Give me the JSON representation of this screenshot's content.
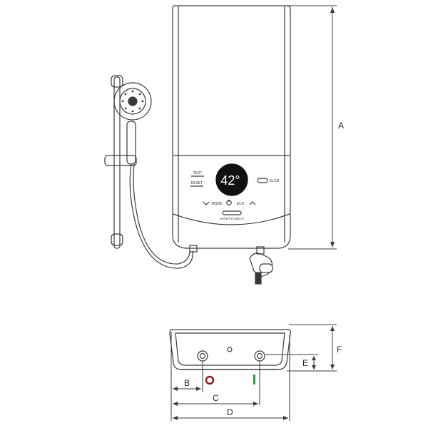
{
  "display": {
    "temperature": "42°"
  },
  "panel": {
    "test_label": "TEST",
    "reset_label": "RESET",
    "mode_label": "MODE",
    "eco_label": "ECO",
    "elcb_label": "ELCB",
    "brand_label": "SAFETYCHECK"
  },
  "dimensions": {
    "a": "A",
    "b": "B",
    "c": "C",
    "d": "D",
    "e": "E",
    "f": "F"
  },
  "colors": {
    "outline": "#3a3a3a",
    "hot_marker": "#8b1a1a",
    "cold_marker": "#2f9a3a",
    "display": "#111111"
  }
}
